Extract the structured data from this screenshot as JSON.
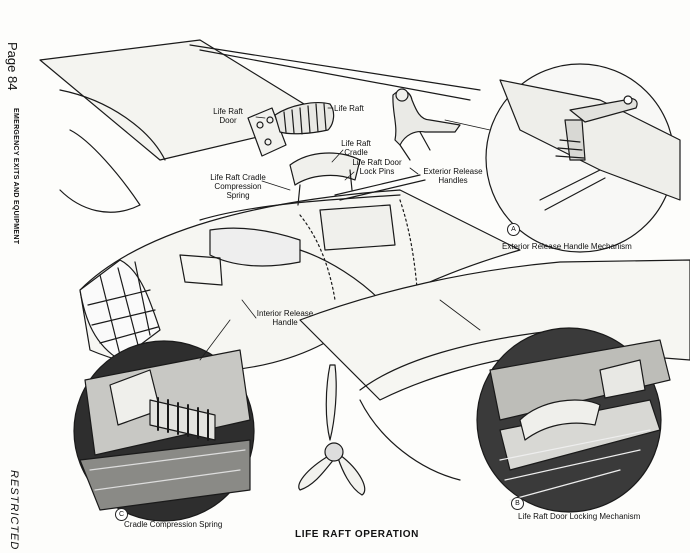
{
  "page": {
    "page_number": "Page 84",
    "section": "EMERGENCY EXITS AND EQUIPMENT",
    "classification": "RESTRICTED",
    "caption": "LIFE RAFT OPERATION"
  },
  "labels": {
    "life_raft_door": "Life Raft Door",
    "life_raft": "Life Raft",
    "life_raft_cradle": "Life Raft Cradle",
    "life_raft_door_lock_pins": "Life Raft Door Lock Pins",
    "exterior_release_handles": "Exterior Release Handles",
    "life_raft_cradle_compression_spring": "Life Raft Cradle Compression Spring",
    "interior_release_handle": "Interior Release Handle"
  },
  "insets": {
    "a": {
      "letter": "A",
      "caption": "Exterior Release Handle Mechanism"
    },
    "b": {
      "letter": "B",
      "caption": "Life Raft Door Locking Mechanism"
    },
    "c": {
      "letter": "C",
      "caption": "Cradle Compression Spring"
    }
  }
}
